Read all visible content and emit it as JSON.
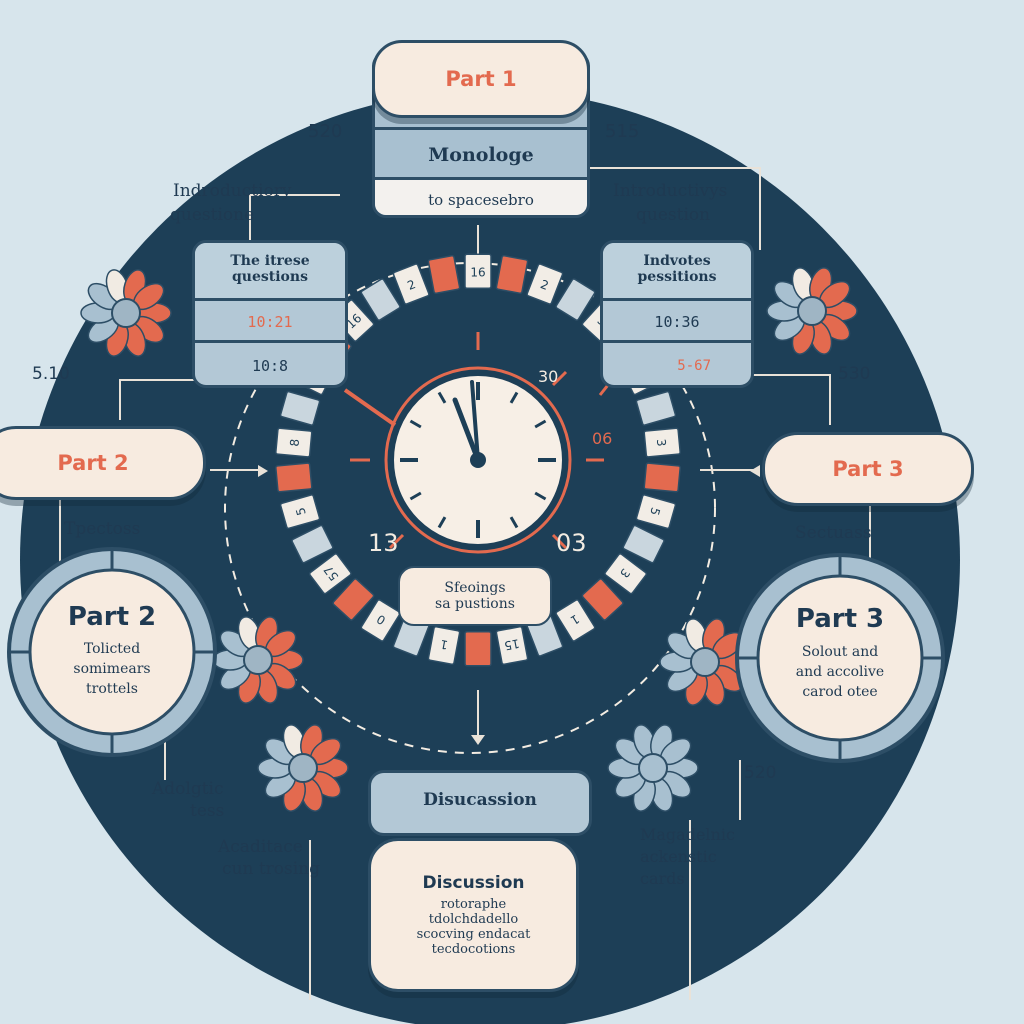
{
  "top": {
    "part1": "Part 1",
    "monologue": "Monologe",
    "subline": "to spacesebro",
    "left_num": "520",
    "right_num": "515"
  },
  "left_stack": {
    "heading_line1": "Indroductiory",
    "heading_line2": "questione",
    "title_line1": "The itrese",
    "title_line2": "questions",
    "time1": "10:21",
    "time2": "10:8",
    "side_num": "5.10"
  },
  "right_stack": {
    "heading_line1": "Introductivys",
    "heading_line2": "question",
    "title_line1": "Indvotes",
    "title_line2": "pessitions",
    "time1": "10:36",
    "time2": "5-67",
    "side_num": "530"
  },
  "part2_pill": "Part 2",
  "part3_pill": "Part 3",
  "left_topic_label": "Tpectoss",
  "right_topic_label": "Sectuass",
  "part2_circle": {
    "title": "Part 2",
    "line1": "Tolicted",
    "line2": "somimears",
    "line3": "trottels"
  },
  "part3_circle": {
    "title": "Part 3",
    "line1": "Solout and",
    "line2": "and accolive",
    "line3": "carod otee"
  },
  "clock": {
    "left_num": "13",
    "right_num": "03",
    "bubble_line1": "Sfeoings",
    "bubble_line2": "sa pustions",
    "dial_30": "30",
    "dial_06": "06",
    "ring_labels": [
      "16",
      "2",
      "5",
      "8",
      "3",
      "5",
      "3",
      "1",
      "15",
      "1",
      "0",
      "57",
      "5",
      "8",
      "5"
    ]
  },
  "bottom": {
    "discussion_header": "Disucassion",
    "card_title": "Discussion",
    "card_line1": "rotoraphe",
    "card_line2": "tdolchdadello",
    "card_line3": "scocving endacat",
    "card_line4": "tecdocotions",
    "right_num": "520"
  },
  "left_bottom_labels": {
    "l1a": "Adolgtic",
    "l1b": "tess",
    "l2a": "Acaditace",
    "l2b": "cun trosing"
  },
  "right_bottom_labels": {
    "l1a": "Magadelnic",
    "l1b": "ackenstic",
    "l1c": "cards"
  },
  "colors": {
    "navy": "#1d3f57",
    "coral": "#e36a4f",
    "cream": "#f7ebe0",
    "steel": "#a8c0d0",
    "bg": "#d7e5ec"
  }
}
